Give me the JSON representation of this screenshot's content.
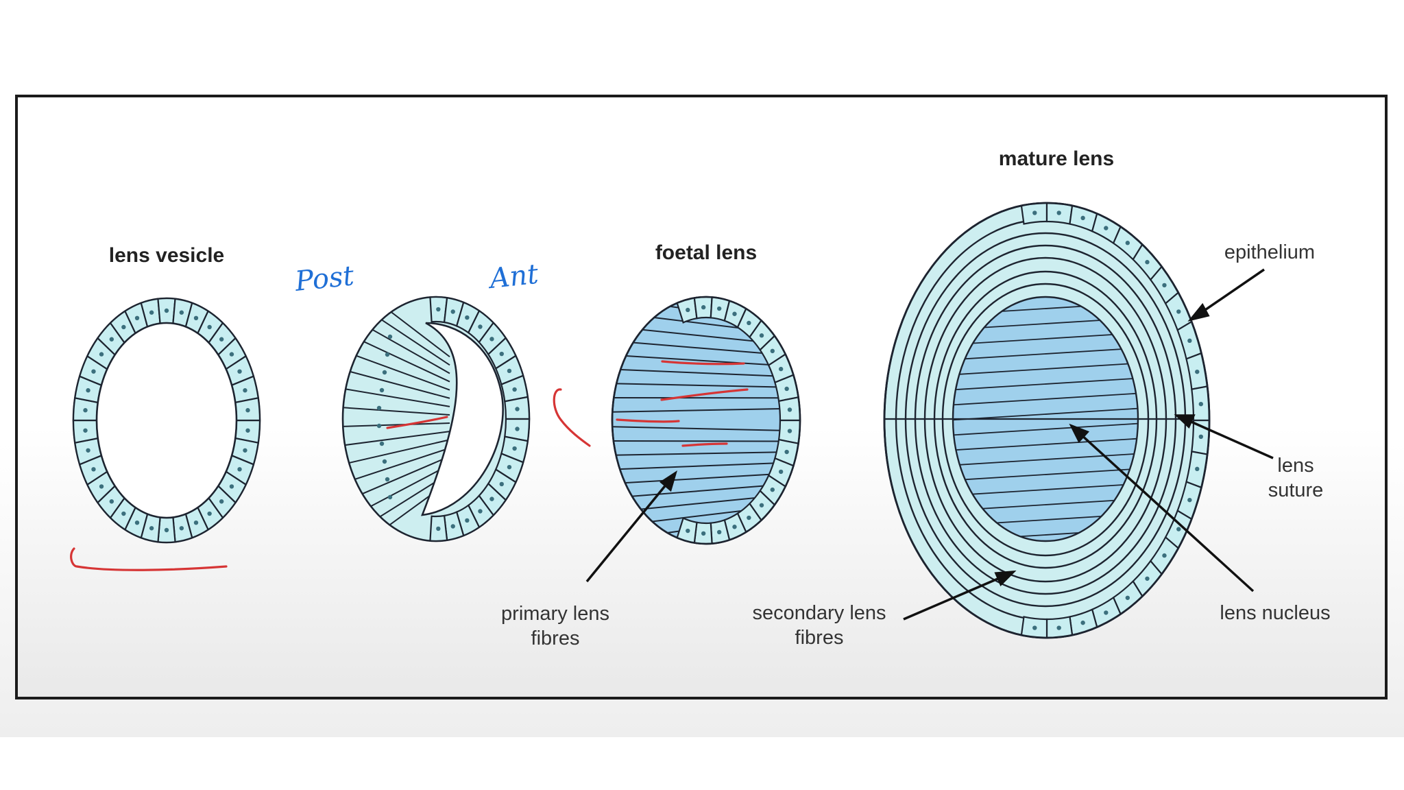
{
  "titles": {
    "lens_vesicle": "lens vesicle",
    "foetal_lens": "foetal lens",
    "mature_lens": "mature lens"
  },
  "labels": {
    "primary_line1": "primary lens",
    "primary_line2": "fibres",
    "secondary_line1": "secondary lens",
    "secondary_line2": "fibres",
    "epithelium": "epithelium",
    "suture_line1": "lens",
    "suture_line2": "suture",
    "nucleus": "lens nucleus"
  },
  "handwriting": {
    "post": "Post",
    "ant": "Ant"
  },
  "colors": {
    "cell_fill": "#c8eef1",
    "fibre_fill": "#cdeef0",
    "primary_fibre_fill": "#9fd0ec",
    "outline": "#1d2430",
    "ink_red": "#d63535",
    "ink_blue": "#1f6fd6"
  }
}
